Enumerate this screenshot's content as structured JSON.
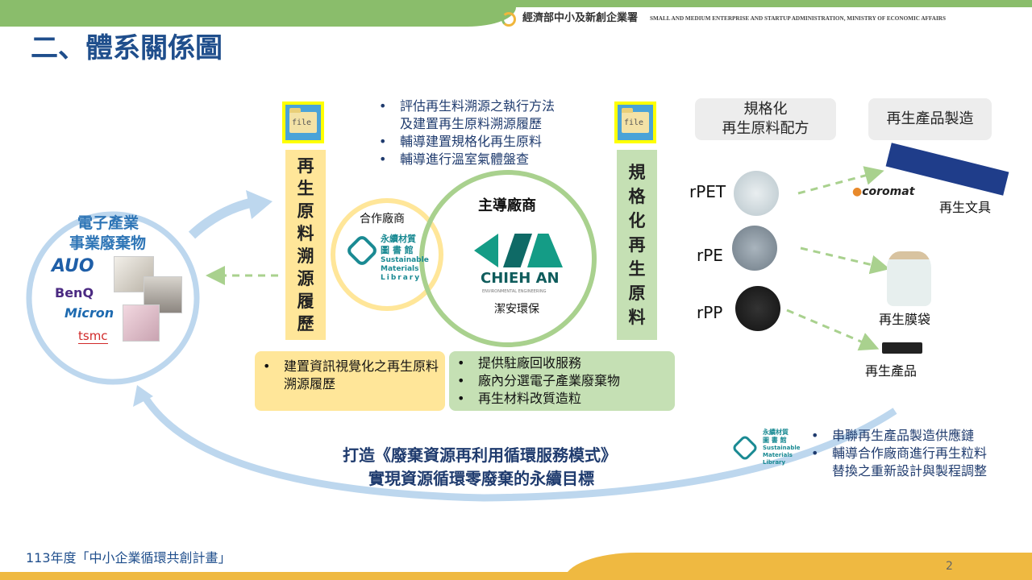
{
  "header": {
    "ministry_cn": "經濟部中小及新創企業署",
    "ministry_en": "SMALL AND MEDIUM ENTERPRISE AND STARTUP ADMINISTRATION, MINISTRY OF ECONOMIC AFFAIRS",
    "title": "二、體系關係圖"
  },
  "left": {
    "title_line1": "電子產業",
    "title_line2": "事業廢棄物",
    "logos": [
      "AUO",
      "BenQ",
      "Micron",
      "tsmc"
    ]
  },
  "trace": {
    "folder_label": "file",
    "vertical": [
      "再",
      "生",
      "原",
      "料",
      "溯",
      "源",
      "履",
      "歷"
    ]
  },
  "spec": {
    "folder_label": "file",
    "vertical": [
      "規",
      "格",
      "化",
      "再",
      "生",
      "原",
      "料"
    ]
  },
  "top_bullets": [
    "評估再生料溯源之執行方法",
    "及建置再生原料溯源履歷",
    "輔導建置規格化再生原料",
    "輔導進行溫室氣體盤查"
  ],
  "partner": {
    "label": "合作廠商",
    "logo_cn1": "永續材質",
    "logo_cn2": "圖 書 館",
    "logo_en1": "Sustainable",
    "logo_en2": "Materials",
    "logo_en3": "Library"
  },
  "lead": {
    "label": "主導廠商",
    "logo_name": "CHIEH AN",
    "logo_sub": "ENVIRONMENTAL ENGINEERING",
    "name_cn": "潔安環保"
  },
  "yellow_box": [
    "建置資訊視覺化之再生原料溯源履歷"
  ],
  "green_box": [
    "提供駐廠回收服務",
    "廠內分選電子產業廢棄物",
    "再生材料改質造粒"
  ],
  "formula_header": "規格化\n再生原料配方",
  "product_header": "再生產品製造",
  "materials": [
    "rPET",
    "rPE",
    "rPP"
  ],
  "products": {
    "coromat": "coromat",
    "stationery": "再生文具",
    "bag": "再生膜袋",
    "product": "再生產品"
  },
  "goal": {
    "line1": "打造《廢棄資源再利用循環服務模式》",
    "line2": "實現資源循環零廢棄的永續目標"
  },
  "bottom_bullets": [
    "串聯再生產品製造供應鏈",
    "輔導合作廠商進行再生粒料",
    "替換之重新設計與製程調整"
  ],
  "footer": {
    "program": "113年度「中小企業循環共創計畫」",
    "page": "2"
  },
  "colors": {
    "green": "#8abd6b",
    "orange": "#efb941",
    "navy": "#1f3b6e",
    "lightblue": "#bdd7ee",
    "yellow": "#ffe699",
    "lightgreen": "#c5e0b4"
  }
}
